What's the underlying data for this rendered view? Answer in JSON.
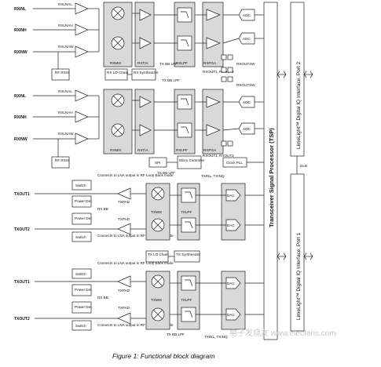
{
  "caption": "Figure 1: Functional block diagram",
  "watermark": "电子发烧友 www.elecfans.com",
  "rx_inputs": [
    "RXINL",
    "RXINH",
    "RXINW"
  ],
  "rx_lna": [
    "RXLNAL",
    "RXLNAH",
    "RXLNAW"
  ],
  "rx_blocks": {
    "mix": "RXMIX",
    "tia": "RXTIA",
    "lpf": "RXLPF",
    "pga": "RXPGA",
    "adc": "ADC",
    "rssi": "RF RSSI",
    "lo_chain": "RX LO Chain",
    "synth": "RX Synthesizer",
    "tx_bb_lpf": "TX BB LPF",
    "rx_out": "RXOUT1, RXOUT2",
    "rxoutsw": "RXOUTSW"
  },
  "mid_blocks": {
    "spi": "SPI",
    "micro": "Micro Controller",
    "clock": "Clock PLL",
    "tx_bb_lpf": "TX BB LPF",
    "txinl": "TXINL, TXINQ"
  },
  "tx_blocks": {
    "mix": "TXMIX",
    "lpf": "TXLPF",
    "dac": "DAC",
    "pad": "TXPAD",
    "switch": "Switch",
    "power_det": "Power Det.",
    "rx_bb": "RX BB",
    "lo_chain": "TX LO Chain",
    "synth": "TX Synthesizer",
    "loopback": "Connects to LNA output in RF Loop Back mode"
  },
  "tx_outputs": [
    "TXOUT1",
    "TXOUT2"
  ],
  "tsp": "Transceiver Signal Processor (TSP)",
  "port2": "LimeLight™ Digital IQ Interface, Port 2",
  "port1": "LimeLight™ Digital IQ Interface, Port 1",
  "dlb": "DLB"
}
